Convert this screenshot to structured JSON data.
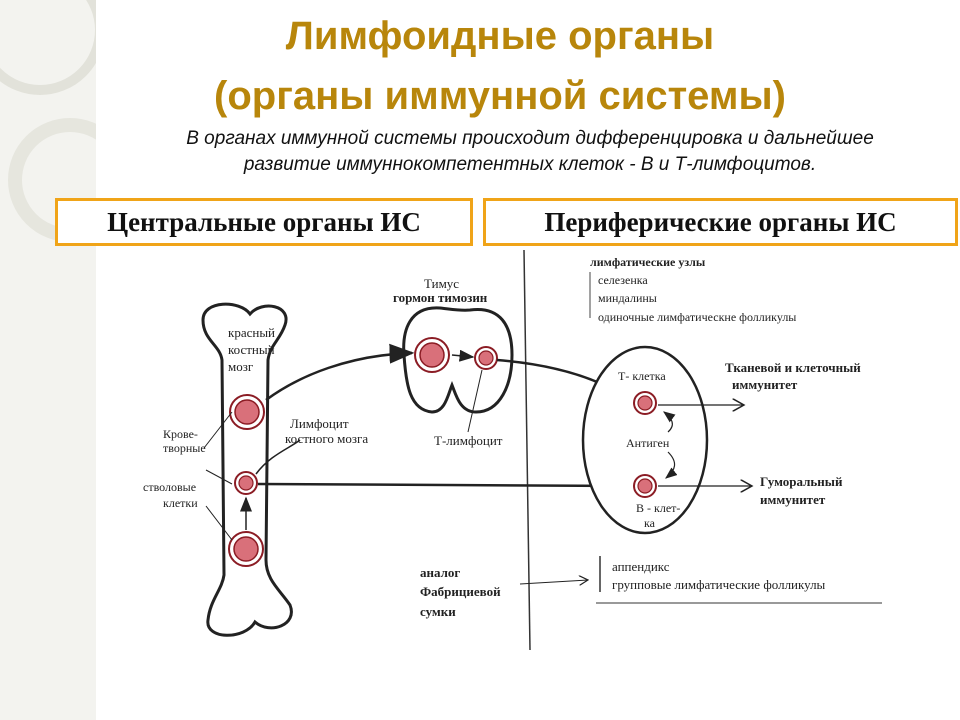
{
  "title": {
    "line1": "Лимфоидные органы",
    "line2": "(органы иммунной системы)"
  },
  "subtitle": {
    "line1": "В органах иммунной системы происходит дифференцировка и дальнейшее",
    "line2": "развитие иммуннокомпетентных  клеток - В и Т-лимфоцитов."
  },
  "boxes": {
    "central": "Центральные органы ИС",
    "peripheral": "Периферические органы ИС"
  },
  "diagram": {
    "bone": {
      "label_line1": "красный",
      "label_line2": "костный",
      "label_line3": "мозг",
      "lymphocyte_line1": "Лимфоцит",
      "lymphocyte_line2": "костного мозга",
      "stem_line1": "Крове-",
      "stem_line2": "творные",
      "stem_line3": "стволовые",
      "stem_line4": "клетки"
    },
    "thymus": {
      "label": "Тимус",
      "hormone": "гормон тимозин",
      "t_lymphocyte": "Т-лимфоцит"
    },
    "node": {
      "t_cell": "Т- клетка",
      "antigen": "Антиген",
      "b_cell_line1": "В - клет-",
      "b_cell_line2": "ка"
    },
    "peripheral_list": {
      "item1": "лимфатические узлы",
      "item2": "селезенка",
      "item3": "миндалины",
      "item4": "одиночные лимфатическне фолликулы"
    },
    "immunity": {
      "cellular_line1": "Тканевой и клеточный",
      "cellular_line2": "иммунитет",
      "humoral_line1": "Гуморальный",
      "humoral_line2": "иммунитет"
    },
    "bursa": {
      "line1": "аналог",
      "line2": "Фабрициевой",
      "line3": "сумки"
    },
    "appendix": {
      "line1": "аппендикс",
      "line2": "групповые лимфатические фолликулы"
    }
  },
  "colors": {
    "title": "#b8860b",
    "box_border": "#f0a418",
    "cell_fill": "#d9707a"
  }
}
